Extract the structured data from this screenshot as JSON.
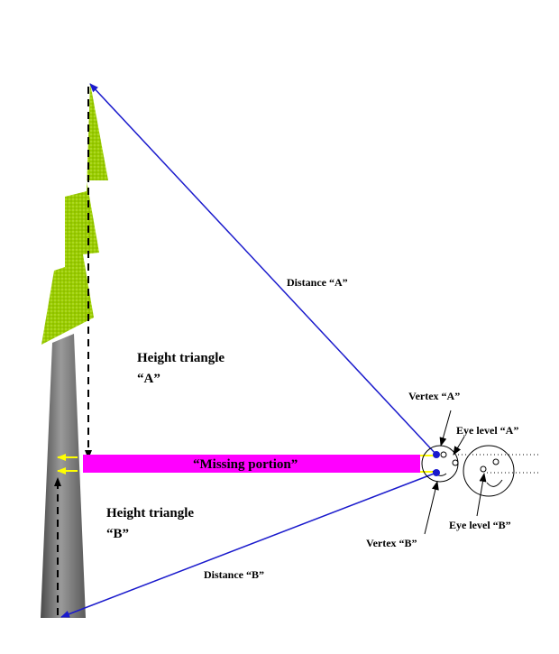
{
  "labels": {
    "distance_a": "Distance “A”",
    "distance_b": "Distance “B”",
    "height_triangle_a_line1": "Height triangle",
    "height_triangle_a_line2": "“A”",
    "height_triangle_b_line1": "Height triangle",
    "height_triangle_b_line2": "“B”",
    "missing_portion": "“Missing portion”",
    "vertex_a": "Vertex “A”",
    "vertex_b": "Vertex “B”",
    "eye_level_a": "Eye level “A”",
    "eye_level_b": "Eye level “B”"
  },
  "colors": {
    "sight_lines": "#1a1acc",
    "missing_band": "#ff00ff",
    "band_edge": "#ffff00",
    "foliage": "#9acd00",
    "trunk": "#808080"
  },
  "icons": {
    "observer": "face-icon",
    "tree": "tree-icon",
    "arrow": "arrow-icon"
  }
}
